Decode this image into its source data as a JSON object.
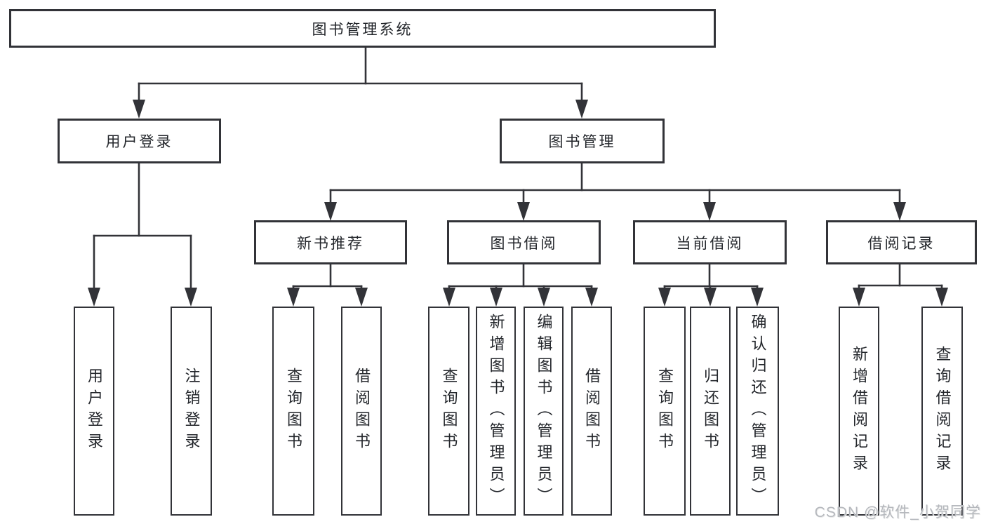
{
  "tree": {
    "label": "图书管理系统",
    "children": [
      {
        "label": "用户登录",
        "children": [
          {
            "label": "用户登录"
          },
          {
            "label": "注销登录"
          }
        ]
      },
      {
        "label": "图书管理",
        "children": [
          {
            "label": "新书推荐",
            "children": [
              {
                "label": "查询图书"
              },
              {
                "label": "借阅图书"
              }
            ]
          },
          {
            "label": "图书借阅",
            "children": [
              {
                "label": "查询图书"
              },
              {
                "label": "新增图书（管理员）"
              },
              {
                "label": "编辑图书（管理员）"
              },
              {
                "label": "借阅图书"
              }
            ]
          },
          {
            "label": "当前借阅",
            "children": [
              {
                "label": "查询图书"
              },
              {
                "label": "归还图书"
              },
              {
                "label": "确认归还（管理员）"
              }
            ]
          },
          {
            "label": "借阅记录",
            "children": [
              {
                "label": "新增借阅记录"
              },
              {
                "label": "查询借阅记录"
              }
            ]
          }
        ]
      }
    ]
  },
  "watermark": {
    "text": "CSDN @软件_小贺同学"
  },
  "colors": {
    "line": "#323338",
    "text": "#23262b",
    "watermark": "#b5b8bd",
    "background": "#ffffff"
  }
}
